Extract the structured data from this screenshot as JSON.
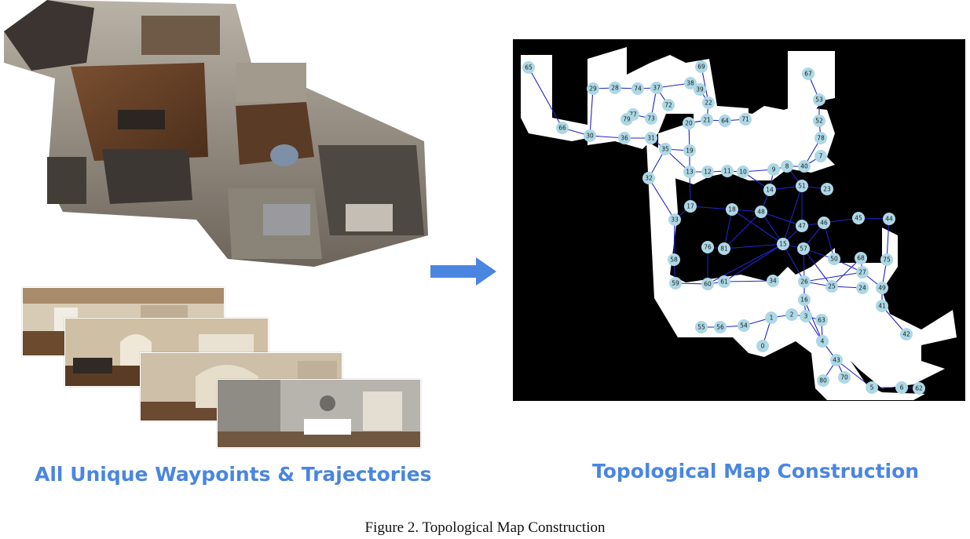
{
  "left_panel": {
    "caption": "All Unique Waypoints & Trajectories"
  },
  "right_panel": {
    "caption": "Topological Map Construction"
  },
  "figure_caption": "Figure 2. Topological Map Construction",
  "colors": {
    "caption_blue": "#4a86e0",
    "arrow_blue": "#4a86e0",
    "map_background": "#000000",
    "map_free_space": "#ffffff",
    "node_fill": "#add8e6",
    "edge": "#2222cc"
  },
  "topology": {
    "nodes": [
      "65",
      "66",
      "29",
      "28",
      "74",
      "37",
      "38",
      "69",
      "39",
      "72",
      "22",
      "77",
      "79",
      "73",
      "21",
      "20",
      "64",
      "71",
      "30",
      "36",
      "31",
      "35",
      "19",
      "67",
      "53",
      "52",
      "78",
      "7",
      "40",
      "8",
      "9",
      "13",
      "12",
      "11",
      "10",
      "32",
      "14",
      "51",
      "23",
      "17",
      "18",
      "48",
      "33",
      "45",
      "44",
      "47",
      "46",
      "76",
      "81",
      "15",
      "57",
      "58",
      "50",
      "68",
      "75",
      "27",
      "24",
      "59",
      "60",
      "61",
      "34",
      "26",
      "25",
      "49",
      "16",
      "41",
      "55",
      "56",
      "54",
      "1",
      "2",
      "3",
      "63",
      "0",
      "4",
      "42",
      "43",
      "80",
      "70",
      "5",
      "6",
      "62"
    ]
  }
}
